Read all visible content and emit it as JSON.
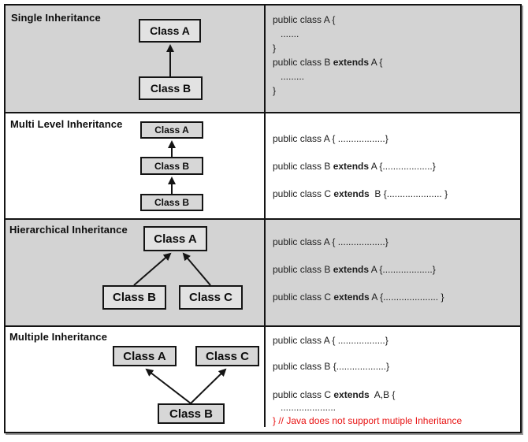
{
  "colors": {
    "gray_bg": "#d3d3d3",
    "white_bg": "#ffffff",
    "box_fill_on_gray": "#e2e2e2",
    "box_fill_on_white": "#d7d7d7",
    "line_black": "#141414",
    "red_note": "#e81414"
  },
  "rows": [
    {
      "title": "Single Inheritance",
      "boxes": [
        "Class A",
        "Class B"
      ],
      "code": [
        [
          {
            "t": "public class A {"
          }
        ],
        [
          {
            "t": "   ......."
          }
        ],
        [
          {
            "t": "}"
          }
        ],
        [
          {
            "t": "public class B "
          },
          {
            "t": "extends",
            "b": true
          },
          {
            "t": " A {"
          }
        ],
        [
          {
            "t": "   ........."
          }
        ],
        [
          {
            "t": "}"
          }
        ]
      ]
    },
    {
      "title": "Multi Level Inheritance",
      "boxes": [
        "Class A",
        "Class B",
        "Class B"
      ],
      "code": [
        [
          {
            "t": "public class A { ..................}"
          }
        ],
        [
          {
            "t": "public class B "
          },
          {
            "t": "extends",
            "b": true
          },
          {
            "t": " A {...................}"
          }
        ],
        [
          {
            "t": "public class C "
          },
          {
            "t": "extends",
            "b": true
          },
          {
            "t": "  B {..................... }"
          }
        ]
      ]
    },
    {
      "title": "Hierarchical Inheritance",
      "boxes": [
        "Class A",
        "Class B",
        "Class C"
      ],
      "code": [
        [
          {
            "t": "public class A { ..................}"
          }
        ],
        [
          {
            "t": "public class B "
          },
          {
            "t": "extends",
            "b": true
          },
          {
            "t": " A {...................}"
          }
        ],
        [
          {
            "t": "public class C "
          },
          {
            "t": "extends",
            "b": true
          },
          {
            "t": " A {..................... }"
          }
        ]
      ]
    },
    {
      "title": "Multiple Inheritance",
      "boxes": [
        "Class A",
        "Class C",
        "Class B"
      ],
      "code": [
        [
          {
            "t": "public class A { ..................}"
          }
        ],
        [
          {
            "t": "public class B {...................}"
          }
        ],
        [
          {
            "t": "public class C "
          },
          {
            "t": "extends",
            "b": true
          },
          {
            "t": "  A,B {"
          }
        ],
        [
          {
            "t": "   ....................."
          }
        ],
        [
          {
            "t": "} // Java does not support mutiple Inheritance",
            "r": true
          }
        ]
      ]
    }
  ]
}
